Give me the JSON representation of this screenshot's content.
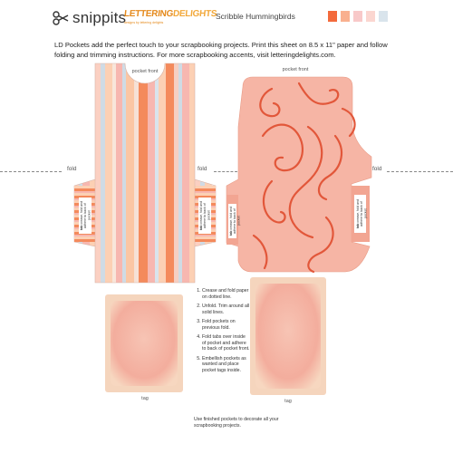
{
  "header": {
    "brand": "snippits",
    "logo_text_1": "LETTERING",
    "logo_text_2": "DELIGHTS",
    "logo_tagline": "designs by lettering delights",
    "title": "Scribble Hummingbirds",
    "swatches": [
      "#f36a3c",
      "#f9b08f",
      "#f8c9c9",
      "#fbd6d0",
      "#d9e4ec"
    ]
  },
  "intro": "LD Pockets add the perfect touch to your scrapbooking projects.  Print this sheet on 8.5 x 11\" paper and follow folding and trimming instructions.  For more scrapbooking accents, visit letteringdelights.com.",
  "labels": {
    "pocket_front": "pocket front",
    "fold": "fold",
    "tag": "tag",
    "tab": "tab",
    "tab_text": "crease, fold and adhere to back of pocket"
  },
  "instructions": [
    "Crease and fold paper on dotted line.",
    "Unfold.  Trim around all solid lines.",
    "Fold pockets on previous fold.",
    "Fold tabs over inside of pocket and adhere to back of pocket front.",
    "Embellish pockets as wanted and place pocket tags inside."
  ],
  "footnote": "Use finished pockets to decorate all your scrapbooking projects.",
  "colors": {
    "stripe_orange": "#f48a5c",
    "stripe_pink": "#f7b7b0",
    "stripe_peach": "#fcd0b4",
    "stripe_blue": "#cfdbe5",
    "pocket_pink": "#f6b5a5",
    "swirl": "#e2573a",
    "tag_pink": "#f3ad9d",
    "tag_border": "#f5d5bd"
  }
}
